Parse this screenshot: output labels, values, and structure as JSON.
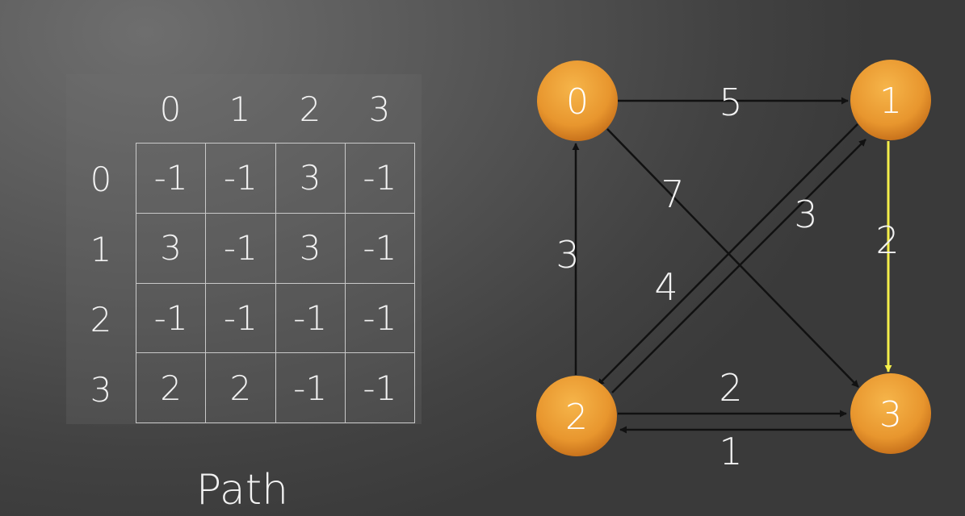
{
  "matrix": {
    "caption": "Path",
    "col_headers": [
      "0",
      "1",
      "2",
      "3"
    ],
    "row_headers": [
      "0",
      "1",
      "2",
      "3"
    ],
    "rows": [
      [
        "-1",
        "-1",
        "3",
        "-1"
      ],
      [
        "3",
        "-1",
        "3",
        "-1"
      ],
      [
        "-1",
        "-1",
        "-1",
        "-1"
      ],
      [
        "2",
        "2",
        "-1",
        "-1"
      ]
    ]
  },
  "graph": {
    "node_color": "#e8962e",
    "highlight_color": "#f5ef4a",
    "nodes": [
      {
        "id": "0",
        "label": "0"
      },
      {
        "id": "1",
        "label": "1"
      },
      {
        "id": "2",
        "label": "2"
      },
      {
        "id": "3",
        "label": "3"
      }
    ],
    "edges": [
      {
        "from": "0",
        "to": "1",
        "weight": "5",
        "highlight": false
      },
      {
        "from": "0",
        "to": "3",
        "weight": "7",
        "highlight": false
      },
      {
        "from": "1",
        "to": "2",
        "weight": "4",
        "highlight": false
      },
      {
        "from": "2",
        "to": "1",
        "weight": "3",
        "highlight": false
      },
      {
        "from": "2",
        "to": "0",
        "weight": "3",
        "highlight": false
      },
      {
        "from": "1",
        "to": "3",
        "weight": "2",
        "highlight": true
      },
      {
        "from": "2",
        "to": "3",
        "weight": "2",
        "highlight": false
      },
      {
        "from": "3",
        "to": "2",
        "weight": "1",
        "highlight": false
      }
    ]
  }
}
